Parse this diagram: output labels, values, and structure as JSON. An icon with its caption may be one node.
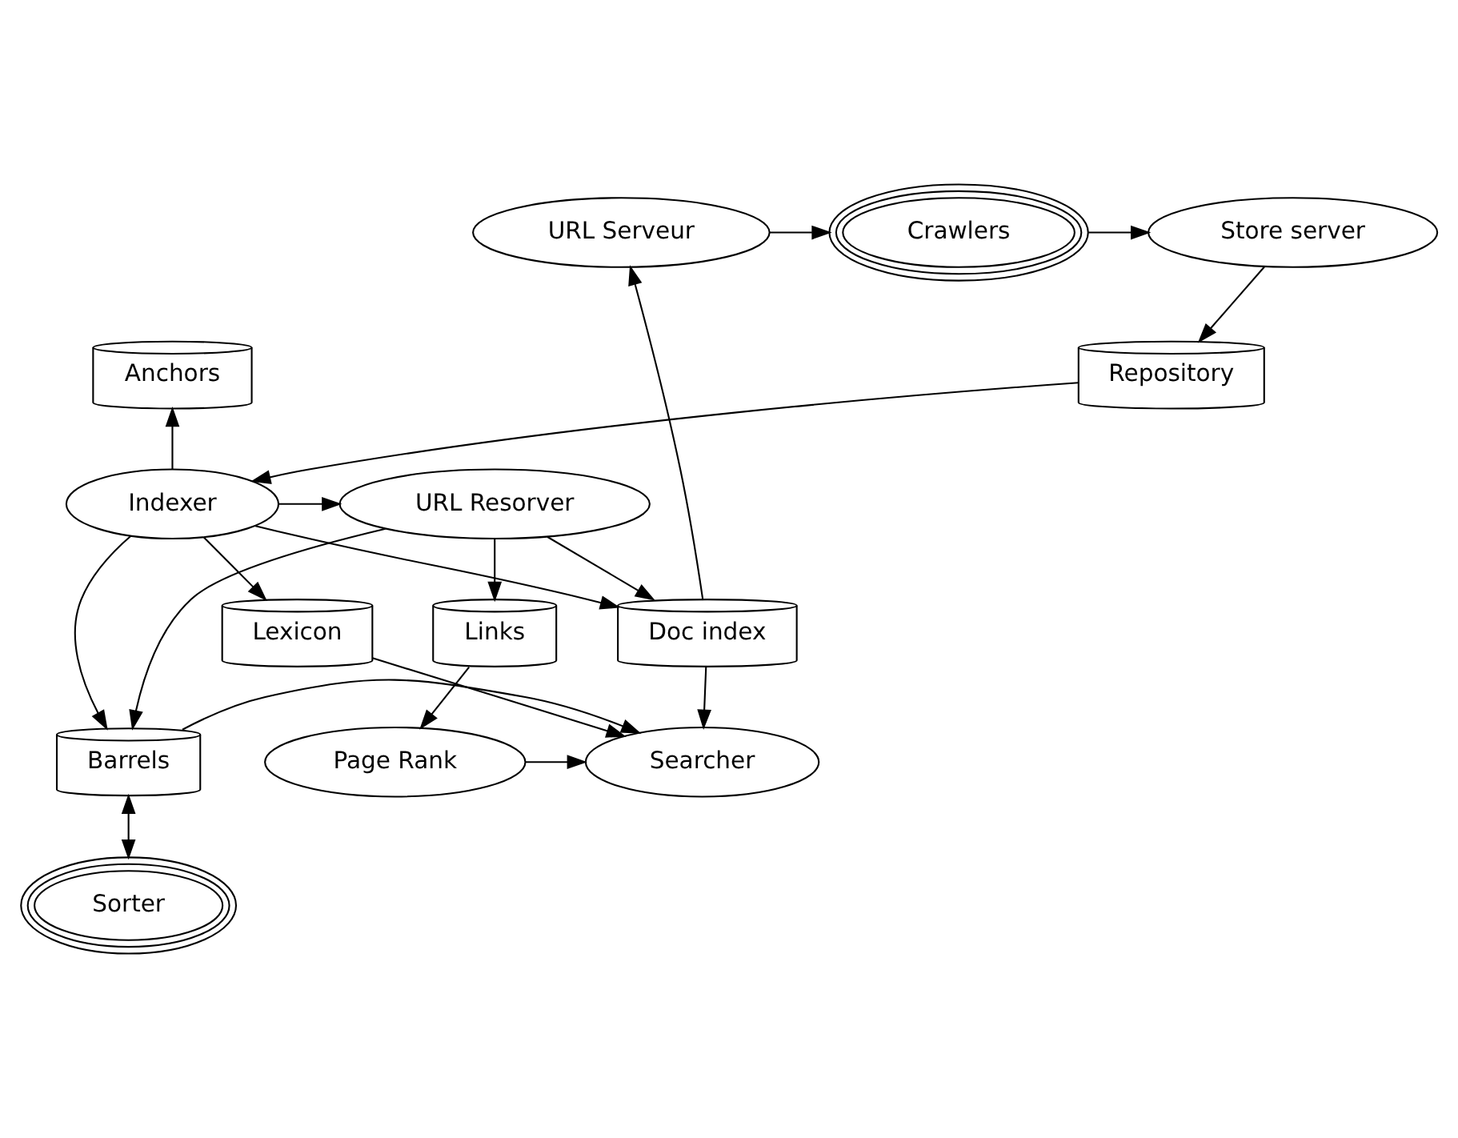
{
  "diagram": {
    "nodes": [
      {
        "text": [
          "URL Serveur"
        ]
      },
      {
        "text": [
          "Crawlers"
        ]
      },
      {
        "text": [
          "Store server"
        ]
      },
      {
        "text": [
          "Anchors"
        ]
      },
      {
        "text": [
          "Repository"
        ]
      },
      {
        "text": [
          "URL Resorver"
        ]
      },
      {
        "text": [
          "Indexer"
        ]
      },
      {
        "text": [
          "Links"
        ]
      },
      {
        "text": [
          "Doc index"
        ]
      },
      {
        "text": [
          "Lexicon"
        ]
      },
      {
        "text": [
          "Page Rank"
        ]
      },
      {
        "text": [
          "Barrels"
        ]
      },
      {
        "text": [
          "Searcher"
        ]
      },
      {
        "text": [
          "Sorter"
        ]
      }
    ],
    "edges": [
      {
        "from": 0,
        "to": 1,
        "arrow": "to"
      },
      {
        "from": 1,
        "to": 2,
        "arrow": "to"
      },
      {
        "from": 2,
        "to": 4,
        "arrow": "to"
      },
      {
        "from": 4,
        "to": 6,
        "arrow": "to"
      },
      {
        "from": 6,
        "to": 3,
        "arrow": "to"
      },
      {
        "from": 6,
        "to": 5,
        "arrow": "to"
      },
      {
        "from": 6,
        "to": 8,
        "arrow": "to"
      },
      {
        "from": 6,
        "to": 11,
        "arrow": "to"
      },
      {
        "from": 6,
        "to": 9,
        "arrow": "to"
      },
      {
        "from": 5,
        "to": 7,
        "arrow": "to"
      },
      {
        "from": 5,
        "to": 8,
        "arrow": "to"
      },
      {
        "from": 5,
        "to": 11,
        "arrow": "to"
      },
      {
        "from": 8,
        "to": 0,
        "arrow": "to"
      },
      {
        "from": 7,
        "to": 10,
        "arrow": "to"
      },
      {
        "from": 9,
        "to": 12,
        "arrow": "to"
      },
      {
        "from": 11,
        "to": 12,
        "arrow": "to"
      },
      {
        "from": 11,
        "to": 13,
        "arrow": "both"
      },
      {
        "from": 10,
        "to": 12,
        "arrow": "to"
      },
      {
        "from": 8,
        "to": 12,
        "arrow": "to"
      }
    ]
  }
}
